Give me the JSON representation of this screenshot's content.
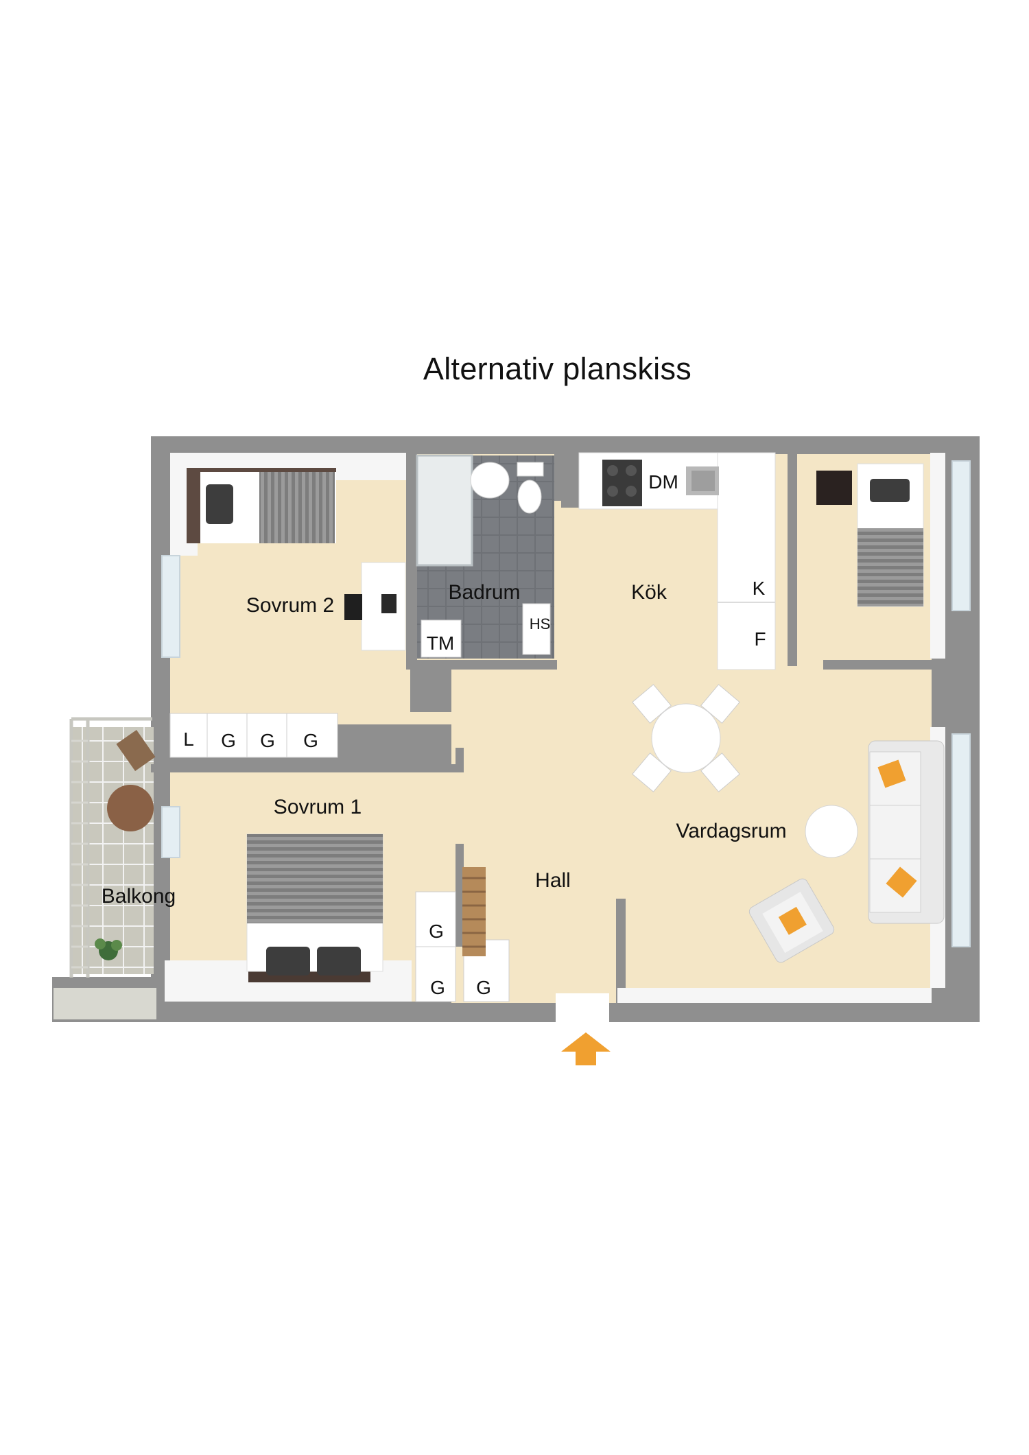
{
  "title": "Alternativ planskiss",
  "rooms": {
    "sovrum2": "Sovrum 2",
    "badrum": "Badrum",
    "kok": "Kök",
    "sovrum1": "Sovrum 1",
    "hall": "Hall",
    "vardagsrum": "Vardagsrum",
    "balkong": "Balkong"
  },
  "fixtures": {
    "dm": "DM",
    "k": "K",
    "f": "F",
    "tm": "TM",
    "hs": "HS",
    "l": "L",
    "g1": "G",
    "g2": "G",
    "g3": "G",
    "g4": "G",
    "g5": "G",
    "g6": "G"
  },
  "colors": {
    "floor": "#f4e6c6",
    "wall": "#8f8f8f",
    "bathroom_tile": "#6d7075",
    "accent_orange": "#f0a030",
    "cabinet": "#ffffff"
  },
  "icons": {
    "entrance": "entrance-arrow-icon"
  }
}
